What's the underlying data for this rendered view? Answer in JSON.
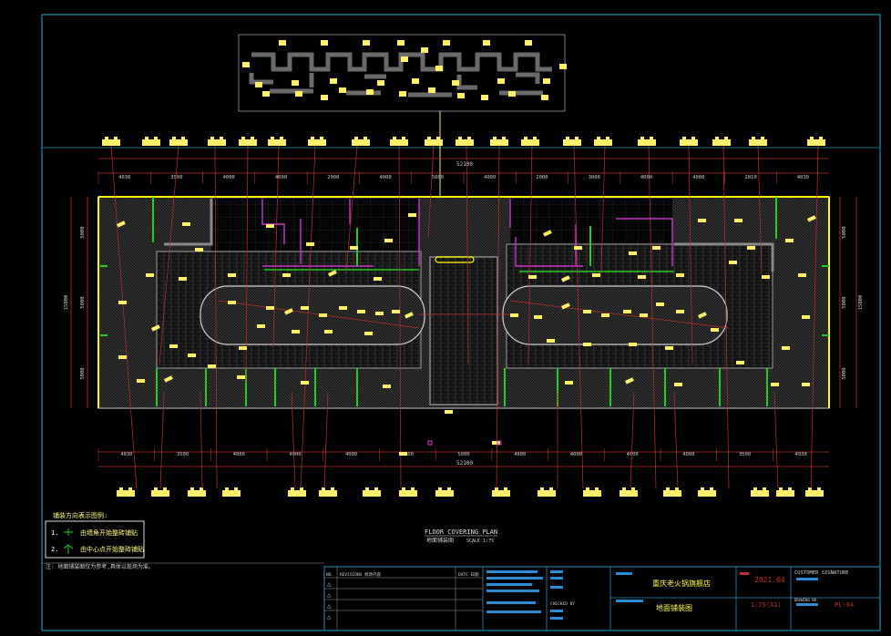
{
  "drawing": {
    "title_en": "FLOOR COVERING PLAN",
    "title_cn": "地面铺装图",
    "scale_label": "SCALE 1:75",
    "overall_width_label": "52100",
    "dims_top": [
      "4030",
      "3500",
      "4000",
      "4000",
      "2000",
      "4000",
      "5000",
      "4000",
      "2000",
      "3000",
      "4000",
      "4000",
      "2010",
      "4030"
    ],
    "dims_bottom": [
      "4030",
      "3500",
      "4000",
      "4000",
      "4000",
      "4000",
      "5000",
      "4000",
      "4000",
      "4000",
      "4000",
      "3500",
      "4030"
    ],
    "dims_left": [
      "5000",
      "5000",
      "5000"
    ],
    "dims_left_total": "15000",
    "dims_right": [
      "5000",
      "5000",
      "5000"
    ],
    "dims_right_total": "15000"
  },
  "legend": {
    "heading": "铺装方向表示图例:",
    "items": [
      {
        "num": "1.",
        "text": "由墙角开始整砖铺贴"
      },
      {
        "num": "2.",
        "text": "由中心点开始整砖铺贴"
      }
    ],
    "note": "注: 地面铺装图仅为参考,具体以现场为准。"
  },
  "title_block": {
    "rev_header": [
      "NO.",
      "REVISIONS 修改内容",
      "DATE 日期"
    ],
    "rev_rows": [
      "△",
      "△",
      "△",
      "△"
    ],
    "project_name": "重庆老火锅旗舰店",
    "sheet_name": "地面铺装图",
    "date": "2021.04",
    "scale": "1:75(A1)",
    "customer_label": "CUSTOMER SIGNATURE",
    "drawing_no_label": "DRAWING NO.",
    "drawing_no": "PL-04",
    "checked_label": "CHECKED BY"
  },
  "colors": {
    "background": "#000000",
    "frame": "#1f8fb8",
    "wall": "#8a8a8a",
    "dim": "#c0302a",
    "fixture": "#fff16a",
    "partition": "#cc33cc",
    "glass": "#22cc22",
    "accent_yellow": "#ffff00",
    "label_blue": "#2b8cd6"
  }
}
